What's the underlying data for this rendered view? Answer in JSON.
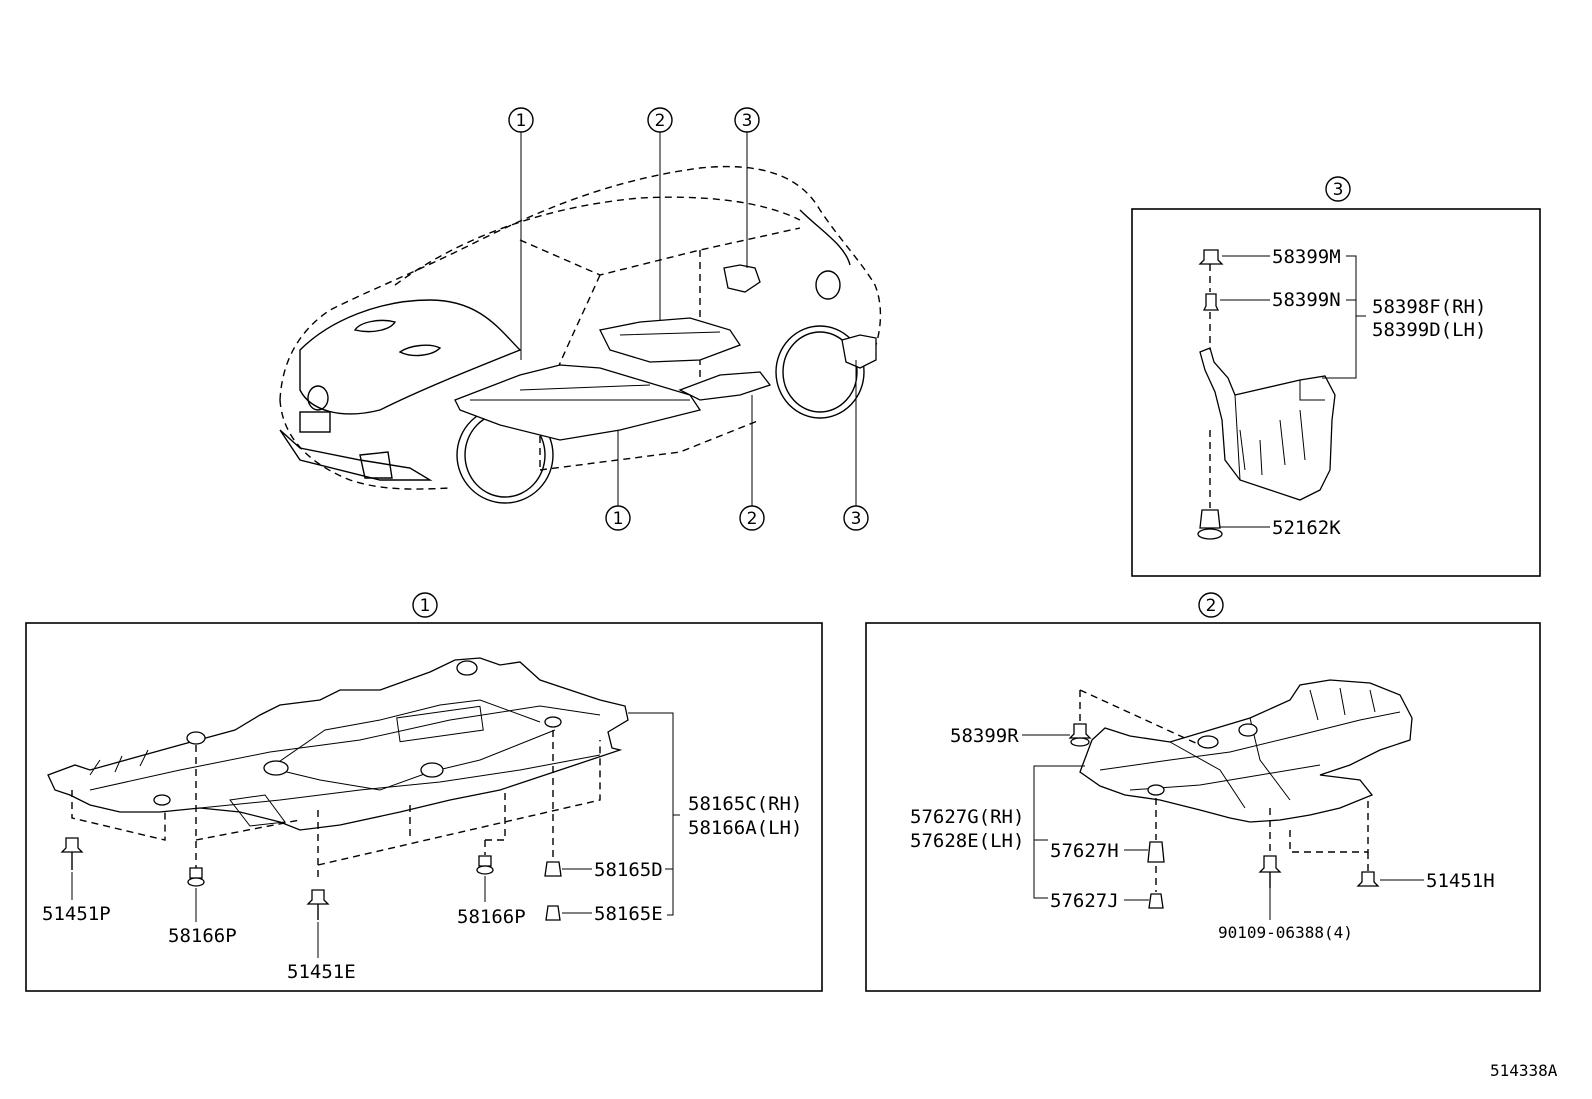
{
  "diagram": {
    "callouts": {
      "c1": "1",
      "c2": "2",
      "c3": "3"
    },
    "panel1": {
      "parts": {
        "p58165C": "58165C(RH)",
        "p58166A": "58166A(LH)",
        "p58165D": "58165D",
        "p58165E": "58165E",
        "p51451P": "51451P",
        "p58166P_left": "58166P",
        "p51451E": "51451E",
        "p58166P_right": "58166P"
      }
    },
    "panel2": {
      "parts": {
        "p58399R": "58399R",
        "p57627G": "57627G(RH)",
        "p57628E": "57628E(LH)",
        "p57627H": "57627H",
        "p57627J": "57627J",
        "p90109": "90109-06388(4)",
        "p51451H": "51451H"
      }
    },
    "panel3": {
      "parts": {
        "p58399M": "58399M",
        "p58399N": "58399N",
        "p58398F": "58398F(RH)",
        "p58399D": "58399D(LH)",
        "p52162K": "52162K"
      }
    },
    "drawing_id": "514338A"
  }
}
